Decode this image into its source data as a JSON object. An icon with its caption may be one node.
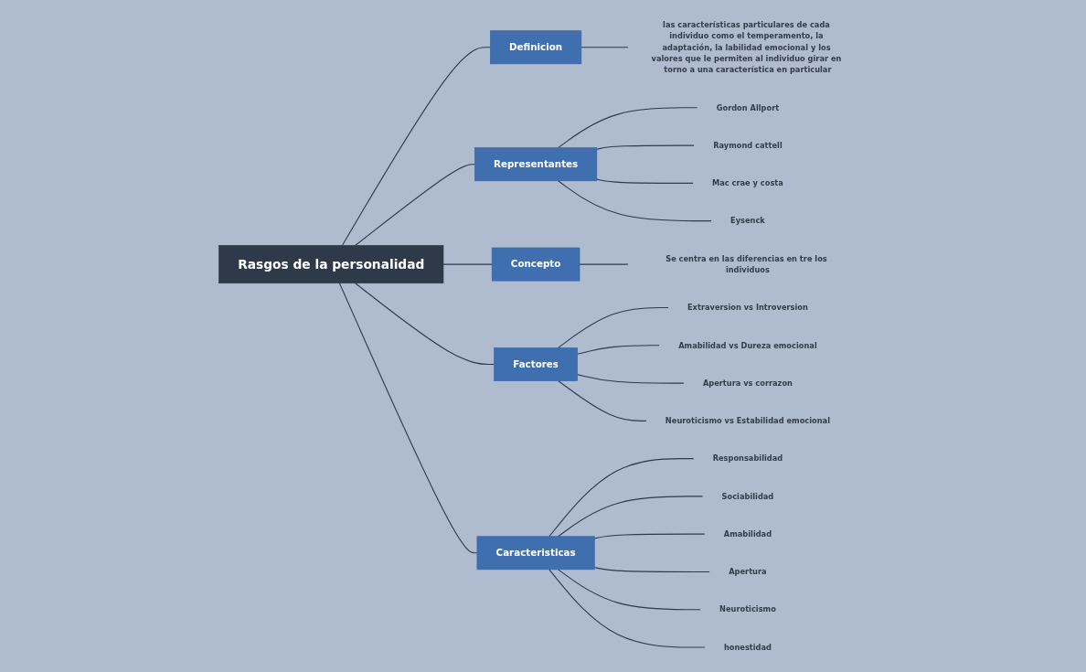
{
  "diagram": {
    "nodes": [
      {
        "text": [
          "Rasgos de la personalidad"
        ]
      },
      {
        "text": [
          "Definicion"
        ]
      },
      {
        "text": [
          "las características particulares de cada individuo como el temperamento, la adaptación, la labilidad emocional y los valores que le permiten al individuo girar en torno a una característica en particular"
        ]
      },
      {
        "text": [
          "Representantes"
        ]
      },
      {
        "text": [
          "Gordon Allport"
        ]
      },
      {
        "text": [
          "Raymond cattell"
        ]
      },
      {
        "text": [
          "Mac crae y costa"
        ]
      },
      {
        "text": [
          "Eysenck"
        ]
      },
      {
        "text": [
          "Concepto"
        ]
      },
      {
        "text": [
          "Se centra en las diferencias en tre los individuos"
        ]
      },
      {
        "text": [
          "Factores"
        ]
      },
      {
        "text": [
          "Extraversion vs Introversion"
        ]
      },
      {
        "text": [
          "Amabilidad vs Dureza emocional"
        ]
      },
      {
        "text": [
          "Apertura vs corrazon"
        ]
      },
      {
        "text": [
          "Neuroticismo vs Estabilidad emocional"
        ]
      },
      {
        "text": [
          "Caracteristicas"
        ]
      },
      {
        "text": [
          "Responsabilidad"
        ]
      },
      {
        "text": [
          "Sociabilidad"
        ]
      },
      {
        "text": [
          "Amabilidad"
        ]
      },
      {
        "text": [
          "Apertura"
        ]
      },
      {
        "text": [
          "Neuroticismo"
        ]
      },
      {
        "text": [
          "honestidad"
        ]
      }
    ],
    "edges": [
      {
        "from": 0,
        "to": 1,
        "arrow": "none"
      },
      {
        "from": 1,
        "to": 2,
        "arrow": "none"
      },
      {
        "from": 0,
        "to": 3,
        "arrow": "none"
      },
      {
        "from": 3,
        "to": 4,
        "arrow": "none"
      },
      {
        "from": 3,
        "to": 5,
        "arrow": "none"
      },
      {
        "from": 3,
        "to": 6,
        "arrow": "none"
      },
      {
        "from": 3,
        "to": 7,
        "arrow": "none"
      },
      {
        "from": 0,
        "to": 8,
        "arrow": "none"
      },
      {
        "from": 8,
        "to": 9,
        "arrow": "none"
      },
      {
        "from": 0,
        "to": 10,
        "arrow": "none"
      },
      {
        "from": 10,
        "to": 11,
        "arrow": "none"
      },
      {
        "from": 10,
        "to": 12,
        "arrow": "none"
      },
      {
        "from": 10,
        "to": 13,
        "arrow": "none"
      },
      {
        "from": 10,
        "to": 14,
        "arrow": "none"
      },
      {
        "from": 0,
        "to": 15,
        "arrow": "none"
      },
      {
        "from": 15,
        "to": 16,
        "arrow": "none"
      },
      {
        "from": 15,
        "to": 17,
        "arrow": "none"
      },
      {
        "from": 15,
        "to": 18,
        "arrow": "none"
      },
      {
        "from": 15,
        "to": 19,
        "arrow": "none"
      },
      {
        "from": 15,
        "to": 20,
        "arrow": "none"
      },
      {
        "from": 15,
        "to": 21,
        "arrow": "none"
      }
    ]
  }
}
